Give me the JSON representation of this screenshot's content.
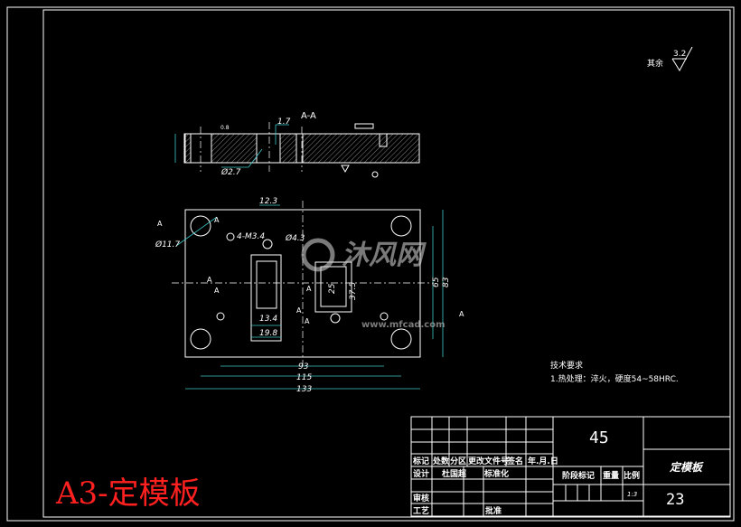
{
  "drawing_title": "A3-定模板",
  "roughness_note": {
    "label": "其余",
    "value": "3.2"
  },
  "section_label": "A-A",
  "technical_requirements": {
    "heading": "技术要求",
    "items": [
      "1.热处理：淬火，硬度54~58HRC."
    ]
  },
  "dimensions": {
    "section": [
      "1.7",
      "Ø2.7",
      "0.8"
    ],
    "plan": [
      "12.3",
      "Ø11.7",
      "4-M3.4",
      "Ø4.3",
      "13.4",
      "19.8",
      "25",
      "37.5",
      "65",
      "83",
      "93",
      "115",
      "133"
    ],
    "section_markers": [
      "A",
      "A",
      "A",
      "A",
      "A",
      "A",
      "A",
      "A"
    ]
  },
  "title_block": {
    "header_cells": [
      "标记",
      "处数",
      "分区",
      "更改文件号",
      "签名",
      "年.月.日"
    ],
    "design_label": "设计",
    "designer": "杜国超",
    "standard_label": "标准化",
    "review_label": "审核",
    "process_label": "工艺",
    "approve_label": "批准",
    "material": "45",
    "stage_label": "阶段标记",
    "weight_label": "重量",
    "scale_label": "比例",
    "scale": "1:3",
    "part_name": "定模板",
    "drawing_number": "23"
  },
  "watermark": {
    "text": "沐风网",
    "url": "www.mfcad.com"
  }
}
